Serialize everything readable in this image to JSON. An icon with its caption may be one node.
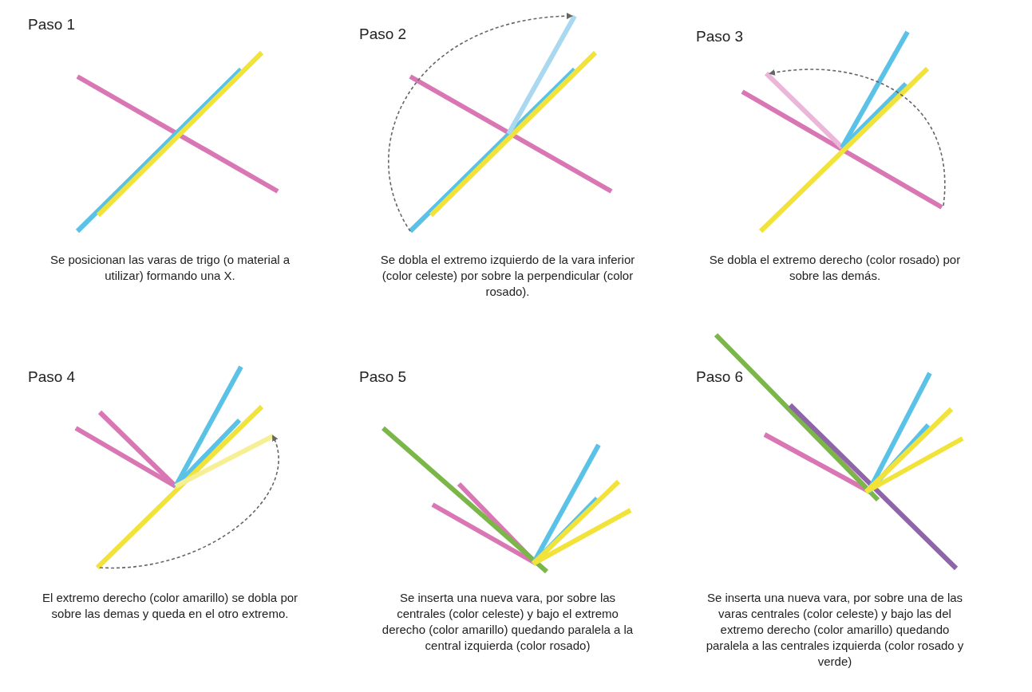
{
  "diagram": {
    "labels": [
      "Paso 1",
      "Paso 2",
      "Paso 3",
      "Se posicionan las varas de trigo (o material a utilizar) formando una X.",
      "Se dobla el extremo izquierdo de la vara inferior (color celeste) por sobre la perpendicular (color rosado).",
      "Se dobla el extremo derecho (color rosado) por sobre las demás.",
      "Paso 4",
      "Paso 5",
      "Paso 6",
      "El extremo derecho (color amarillo) se dobla por sobre las demas y queda en el otro extremo.",
      "Se inserta una nueva vara, por sobre las centrales (color celeste) y bajo el extremo derecho (color amarillo) quedando paralela a la central izquierda (color rosado)",
      "Se inserta una nueva vara, por sobre una de las varas centrales (color celeste) y bajo las del extremo derecho (color amarillo) quedando paralela a las centrales izquierda (color rosado y verde)"
    ]
  }
}
